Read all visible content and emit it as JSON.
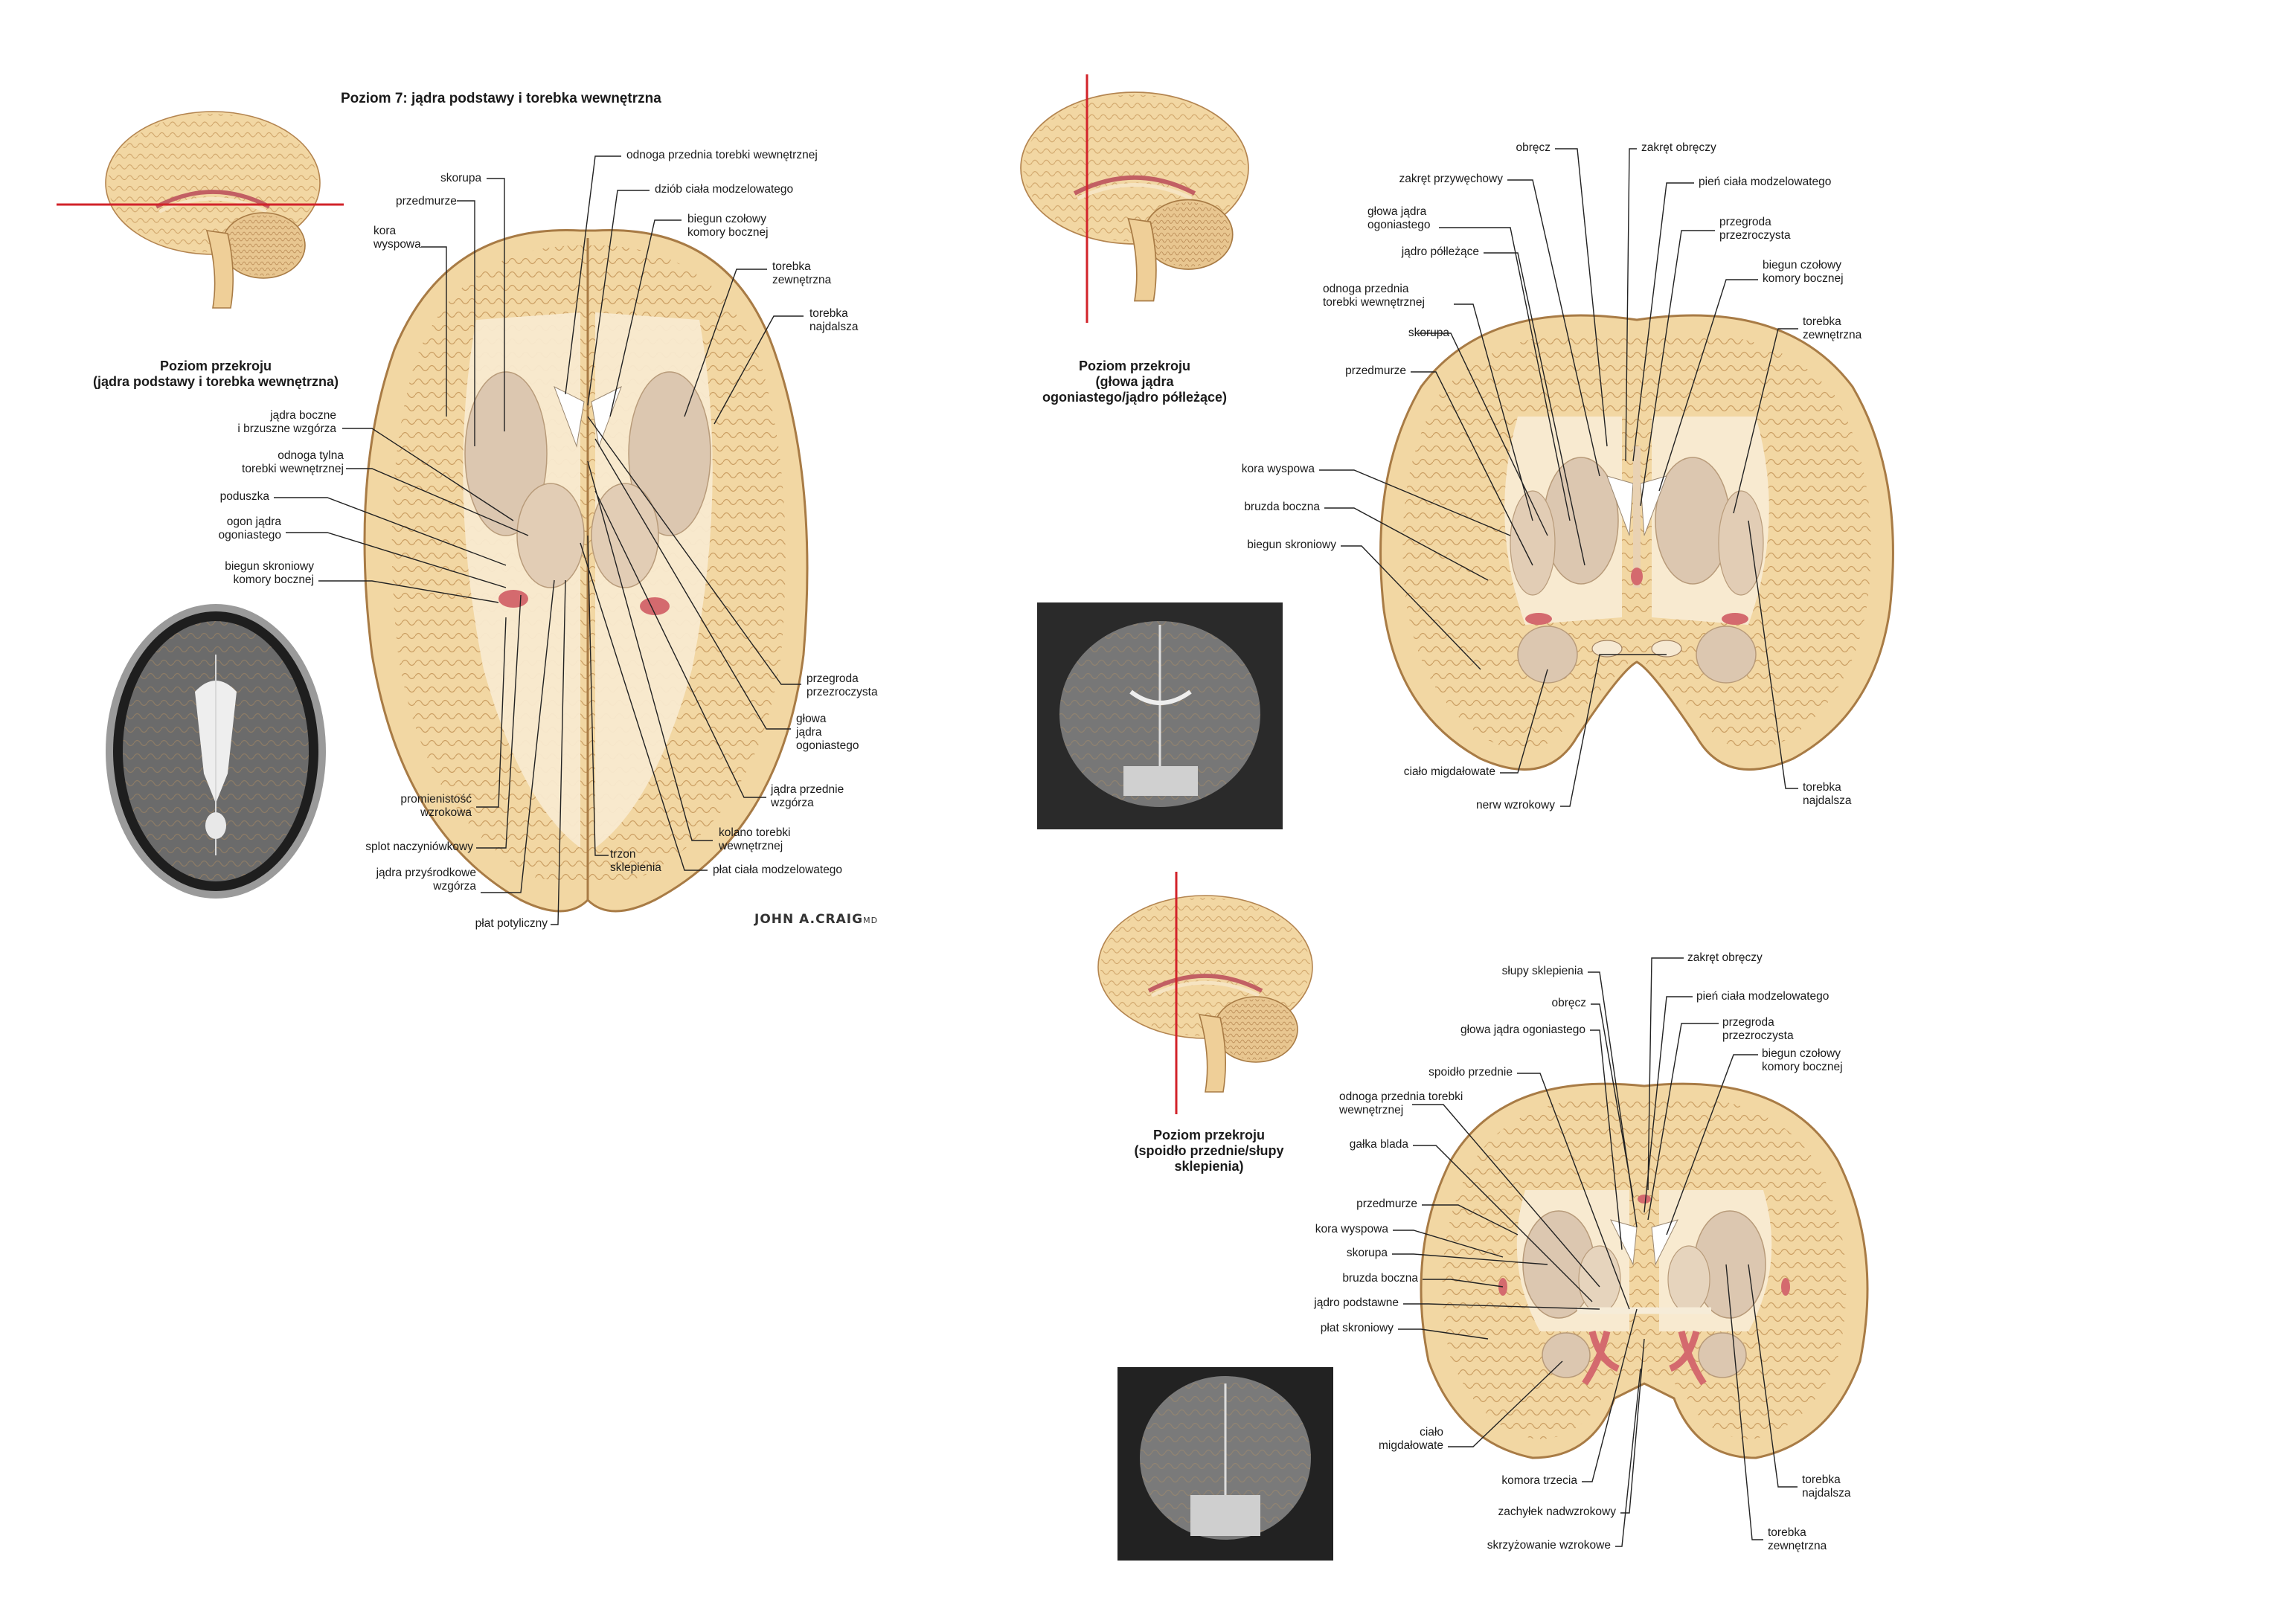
{
  "plate_title": "Poziom 7: jądra podstawy i torebka wewnętrzna",
  "signature": {
    "name": "JOHN A.CRAIG",
    "suffix": "MD"
  },
  "colors": {
    "tissue": "#f2d7a3",
    "white_matter": "#f8ead0",
    "gray_matter": "#e7c087",
    "nucleus": "#dcc7b0",
    "vessel": "#d46a6e",
    "mri_bg": "#3a3a3a",
    "line": "#222222",
    "cut": "#d2232a"
  },
  "panel_axial": {
    "title": "Poziom przekroju\n(jądra podstawy i torebka wewnętrzna)",
    "labels": {
      "skorupa": "skorupa",
      "przedmurze": "przedmurze",
      "kora_wyspowa": "kora\nwyspowa",
      "odnoga_przednia": "odnoga przednia torebki wewnętrznej",
      "dziob": "dziób ciała modzelowatego",
      "biegun_czolowy": "biegun czołowy\nkomory bocznej",
      "torebka_zewnetrzna": "torebka\nzewnętrzna",
      "torebka_najdalsza": "torebka\nnajdalsza",
      "jadra_boczne": "jądra boczne\ni brzuszne wzgórza",
      "odnoga_tylna": "odnoga tylna\ntorebki wewnętrznej",
      "poduszka": "poduszka",
      "ogon": "ogon jądra\nogoniastego",
      "biegun_skroniowy": "biegun skroniowy\nkomory bocznej",
      "przegroda": "przegroda\nprzezroczysta",
      "glowa": "głowa\njądra\nogoniastego",
      "jadra_przednie": "jądra przednie\nwzgórza",
      "kolano": "kolano torebki\nwewnętrznej",
      "plat_ciala": "płat ciała modzelowatego",
      "trzon": "trzon\nsklepienia",
      "promienistosc": "promienistość\nwzrokowa",
      "splot": "splot naczyniówkowy",
      "jadra_przysrodkowe": "jądra przyśrodkowe\nwzgórza",
      "plat_potyliczny": "płat potyliczny"
    }
  },
  "panel_coronal_1": {
    "title": "Poziom przekroju\n(głowa jądra\nogoniastego/jądro półleżące)",
    "labels": {
      "obrecz": "obręcz",
      "zakret_obreczy": "zakręt obręczy",
      "zakret_przywechowy": "zakręt przywęchowy",
      "pien": "pień ciała modzelowatego",
      "glowa": "głowa jądra\nogoniastego",
      "przegroda": "przegroda\nprzezroczysta",
      "jadro_polezace": "jądro półleżące",
      "biegun_czolowy": "biegun czołowy\nkomory bocznej",
      "odnoga": "odnoga przednia\ntorebki wewnętrznej",
      "torebka_zewnetrzna": "torebka\nzewnętrzna",
      "skorupa": "skorupa",
      "przedmurze": "przedmurze",
      "kora_wyspowa": "kora wyspowa",
      "bruzda_boczna": "bruzda boczna",
      "biegun_skroniowy": "biegun skroniowy",
      "cialo_migdalowate": "ciało migdałowate",
      "nerw_wzrokowy": "nerw wzrokowy",
      "torebka_najdalsza": "torebka\nnajdalsza"
    }
  },
  "panel_coronal_2": {
    "title": "Poziom przekroju\n(spoidło przednie/słupy\nsklepienia)",
    "labels": {
      "zakret_obreczy": "zakręt obręczy",
      "slupy": "słupy sklepienia",
      "pien": "pień ciała modzelowatego",
      "obrecz": "obręcz",
      "przegroda": "przegroda\nprzezroczysta",
      "glowa": "głowa jądra ogoniastego",
      "biegun_czolowy": "biegun czołowy\nkomory bocznej",
      "spoidlo": "spoidło przednie",
      "odnoga": "odnoga przednia torebki\nwewnętrznej",
      "galka": "gałka blada",
      "przedmurze": "przedmurze",
      "kora_wyspowa": "kora wyspowa",
      "skorupa": "skorupa",
      "bruzda_boczna": "bruzda boczna",
      "jadro_podstawne": "jądro podstawne",
      "plat_skroniowy": "płat skroniowy",
      "cialo_migdalowate": "ciało\nmigdałowate",
      "komora_trzecia": "komora trzecia",
      "zachylek": "zachyłek nadwzrokowy",
      "skrzyzowanie": "skrzyżowanie wzrokowe",
      "torebka_najdalsza": "torebka\nnajdalsza",
      "torebka_zewnetrzna": "torebka\nzewnętrzna"
    }
  }
}
